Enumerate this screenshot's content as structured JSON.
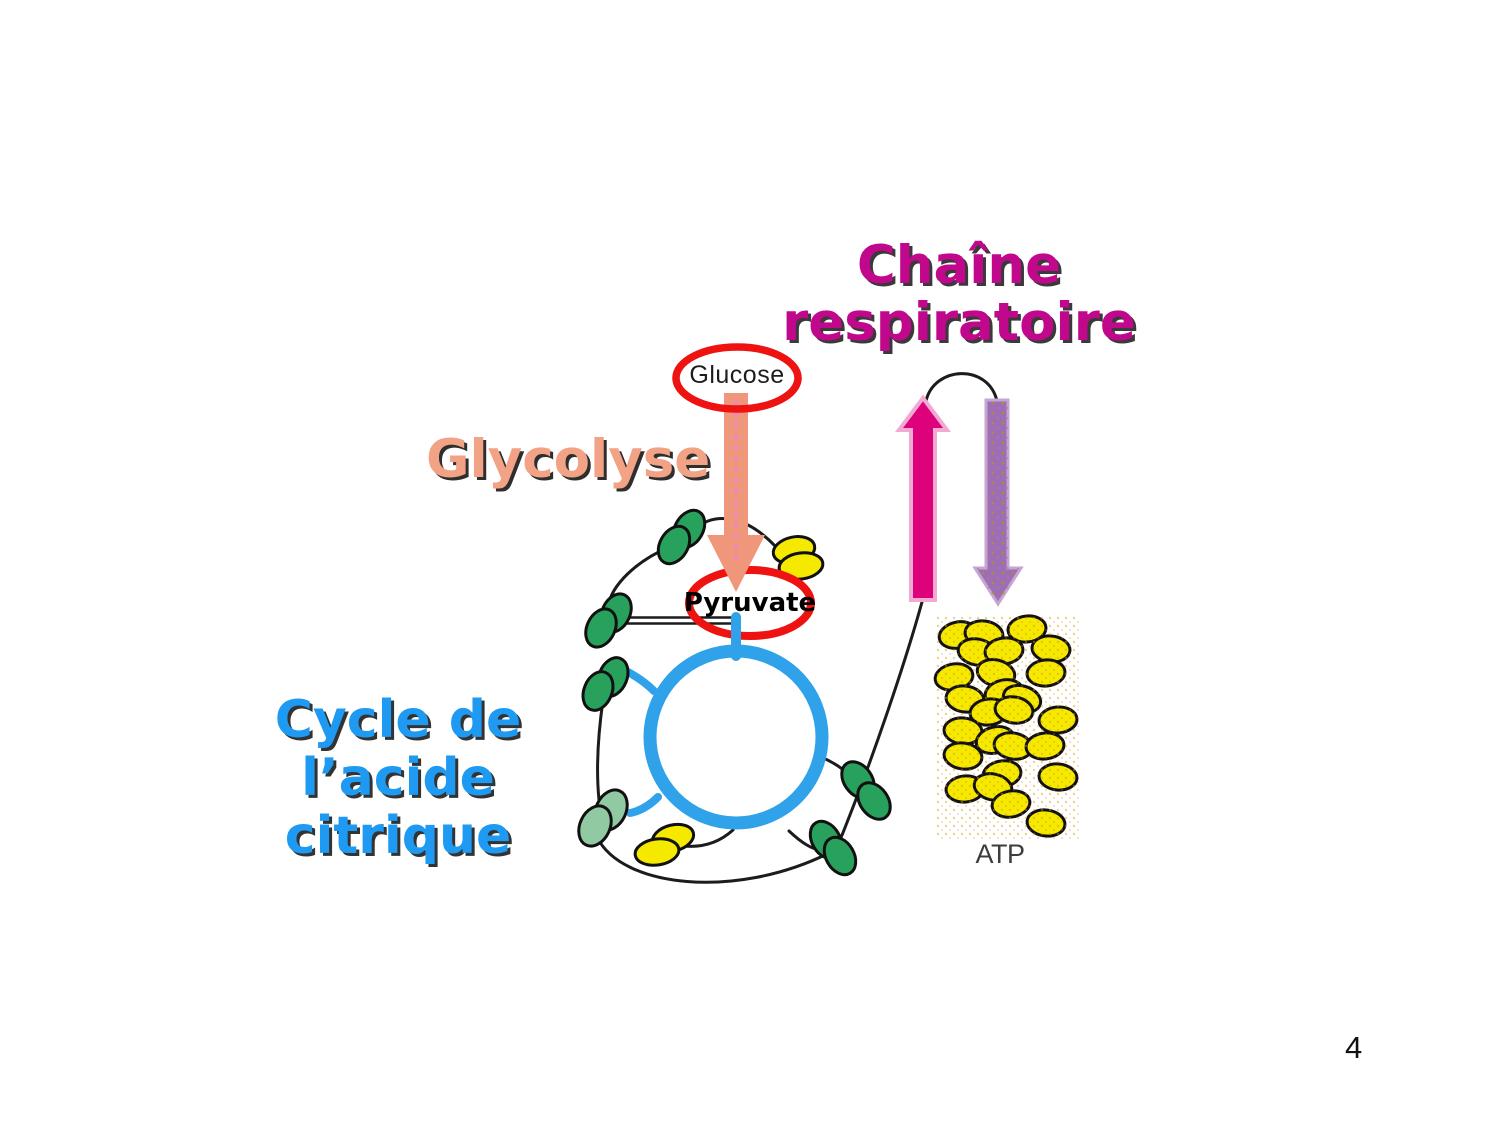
{
  "page": {
    "number": "4"
  },
  "labels": {
    "chain_line1": "Chaîne",
    "chain_line2": "respiratoire",
    "glycolysis": "Glycolyse",
    "cycle_line1": "Cycle de",
    "cycle_line2": "l’acide",
    "cycle_line3": "citrique",
    "glucose": "Glucose",
    "pyruvate": "Pyruvate",
    "atp": "ATP"
  },
  "colors": {
    "chain_text": "#c1078c",
    "glycolysis_text": "#f2a285",
    "cycle_text": "#1e9af2",
    "red_oval_stroke": "#ee1310",
    "glycolysis_arrow": "#f0977b",
    "chain_up_arrow": "#dd017c",
    "chain_up_arrow_edge": "#f2a9d2",
    "chain_down_arrow": "#9c6fb4",
    "chain_down_arrow_edge": "#c3a6d2",
    "cycle_circle": "#2fa2ea",
    "carrier_green": "#27a15c",
    "carrier_light_green": "#90c9a2",
    "atp_yellow": "#f5e900",
    "line_black": "#1c1c1c"
  },
  "icons": {
    "glucose_oval": "red-outline-ellipse",
    "pyruvate_oval": "red-outline-ellipse",
    "glycolysis_arrow": "downward-salmon-arrow",
    "chain_up_arrow": "upward-magenta-arrow",
    "chain_down_arrow": "downward-purple-arrow",
    "cycle_circle": "blue-ring",
    "green_carriers": "paired-green-ovals",
    "atp_molecules": "yellow-ovals"
  }
}
